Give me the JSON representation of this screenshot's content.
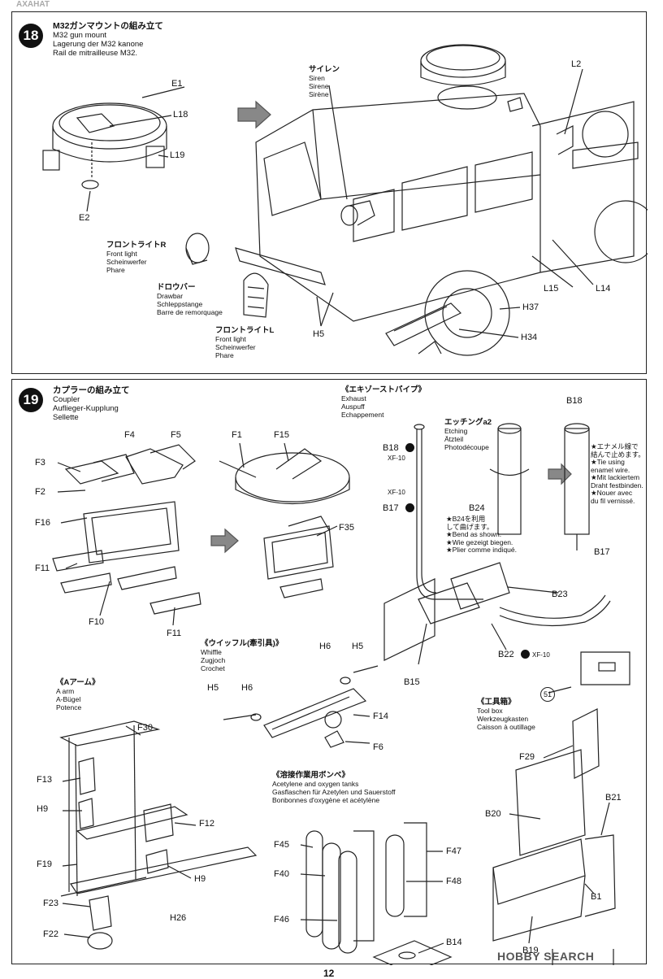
{
  "page": {
    "header_fragment": "AXAHAT",
    "page_number": "12",
    "watermark": "HOBBY SEARCH"
  },
  "step18": {
    "number": "18",
    "title_jp": "M32ガンマウントの組み立て",
    "title_lines": [
      "M32 gun mount",
      "Lagerung der M32 kanone",
      "Rail de mitrailleuse M32."
    ],
    "part_labels": [
      "E1",
      "L18",
      "L19",
      "E2",
      "L2",
      "L15",
      "L14",
      "H37",
      "H34",
      "H5"
    ],
    "siren": {
      "jp": "サイレン",
      "lines": [
        "Siren",
        "Sirene",
        "Sirène"
      ]
    },
    "front_light_r": {
      "jp": "フロントライトR",
      "lines": [
        "Front light",
        "Scheinwerfer",
        "Phare"
      ]
    },
    "drawbar": {
      "jp": "ドロウバー",
      "lines": [
        "Drawbar",
        "Schleppstange",
        "Barre de remorquage"
      ]
    },
    "front_light_l": {
      "jp": "フロントライトL",
      "lines": [
        "Front light",
        "Scheinwerfer",
        "Phare"
      ]
    }
  },
  "step19": {
    "number": "19",
    "title_jp": "カプラーの組み立て",
    "title_lines": [
      "Coupler",
      "Auflieger-Kupplung",
      "Sellette"
    ],
    "coupler_labels": [
      "F4",
      "F5",
      "F3",
      "F2",
      "F16",
      "F11",
      "F10",
      "F11",
      "F1",
      "F15",
      "F35"
    ],
    "exhaust": {
      "jp": "《エキゾーストパイプ》",
      "lines": [
        "Exhaust",
        "Auspuff",
        "Echappement"
      ]
    },
    "exhaust_labels": [
      "B18",
      "B17",
      "B24",
      "B18",
      "B17",
      "B23",
      "B22",
      "B15"
    ],
    "paint": [
      "XF-10",
      "XF-10",
      "XF-10"
    ],
    "etching": {
      "title": "エッチングa2",
      "lines": [
        "Etching",
        "Ätzteil",
        "Photodécoupe"
      ]
    },
    "bend_note": [
      "★B24を利用",
      "して曲げます。",
      "★Bend as shown.",
      "★Wie gezeigt biegen.",
      "★Plier comme indiqué."
    ],
    "enamel_note": [
      "★エナメル線で",
      "結んで止めます。",
      "★Tie using",
      "enamel wire.",
      "★Mit lackiertem",
      "Draht festbinden.",
      "★Nouer avec",
      "du fil vernissé."
    ],
    "whiffle": {
      "jp": "《ウイッフル(牽引具)》",
      "lines": [
        "Whiffle",
        "Zugjoch",
        "Crochet"
      ]
    },
    "whiffle_labels": [
      "H6",
      "H5",
      "H5",
      "H6",
      "F14",
      "F6"
    ],
    "a_arm": {
      "jp": "《Aアーム》",
      "lines": [
        "A arm",
        "A-Bügel",
        "Potence"
      ]
    },
    "a_arm_labels": [
      "F30",
      "F13",
      "H9",
      "F12",
      "F19",
      "H9",
      "F23",
      "H26",
      "F22"
    ],
    "tanks": {
      "jp": "《溶接作業用ボンベ》",
      "lines": [
        "Acetylene and oxygen tanks",
        "Gasflaschen für Azetylen und Sauerstoff",
        "Bonbonnes d'oxygène et acétylène"
      ]
    },
    "tank_labels": [
      "F45",
      "F40",
      "F46",
      "F47",
      "F48",
      "B14"
    ],
    "toolbox": {
      "jp": "《工具箱》",
      "lines": [
        "Tool box",
        "Werkzeugkasten",
        "Caisson à outillage"
      ]
    },
    "toolbox_labels": [
      "F29",
      "B20",
      "B21",
      "B1",
      "B19"
    ],
    "ref_step": "51"
  }
}
